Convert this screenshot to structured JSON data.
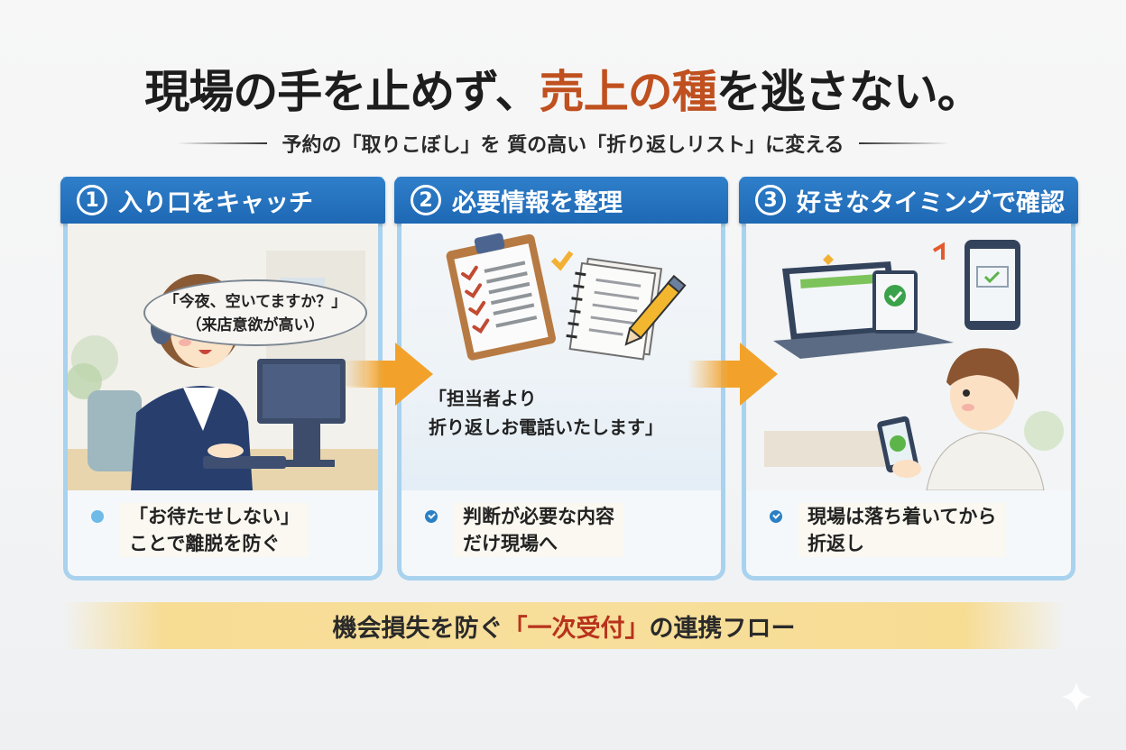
{
  "header": {
    "title_part1": "現場の手を止めず、",
    "title_accent": "売上の種",
    "title_part2": "を逃さない。",
    "subtitle": "予約の「取りこぼし」を 質の高い「折り返しリスト」に変える"
  },
  "steps": [
    {
      "number": "1",
      "title": "入り口をキャッチ",
      "bubble_line1": "「今夜、空いてますか？」",
      "bubble_line2": "（来店意欲が高い）",
      "illustration": "operator-with-headset-at-computer",
      "bullet_icon": "dot",
      "note": "「お待たせしない」\nことで離脱を防ぐ"
    },
    {
      "number": "2",
      "title": "必要情報を整理",
      "quote": "「担当者より\n折り返しお電話いたします」",
      "illustration": "clipboard-checklist-and-notepad",
      "bullet_icon": "check",
      "note": "判断が必要な内容\nだけ現場へ"
    },
    {
      "number": "3",
      "title": "好きなタイミングで確認",
      "illustration": "man-checking-smartphone-with-devices",
      "bullet_icon": "check",
      "note": "現場は落ち着いてから\n折返し"
    }
  ],
  "banner": {
    "part1": "機会損失を防ぐ",
    "accent": "「一次受付」",
    "part2": "の連携フロー"
  },
  "colors": {
    "title_accent": "#c0501f",
    "header_blue": "#1e68b4",
    "card_border": "#a8d2ee",
    "arrow_orange": "#f2a22a",
    "banner_yellow": "#f7df9b",
    "banner_accent": "#b8321c"
  }
}
